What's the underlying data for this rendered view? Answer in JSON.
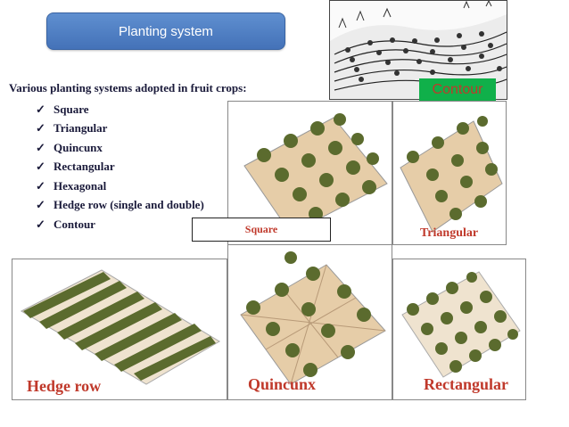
{
  "header": {
    "title": "Planting system"
  },
  "intro": "Various planting systems adopted in fruit crops:",
  "systems": [
    "Square",
    "Triangular",
    "Quincunx",
    "Rectangular",
    "Hexagonal",
    "Hedge row (single and double)",
    "Contour"
  ],
  "figures": {
    "contour": "Contour",
    "square": "Square",
    "triangular": "Triangular",
    "hedge_row": "Hedge row",
    "quincunx": "Quincunx",
    "rectangular": "Rectangular"
  },
  "icons": {
    "bullet": "check-mark-icon"
  }
}
